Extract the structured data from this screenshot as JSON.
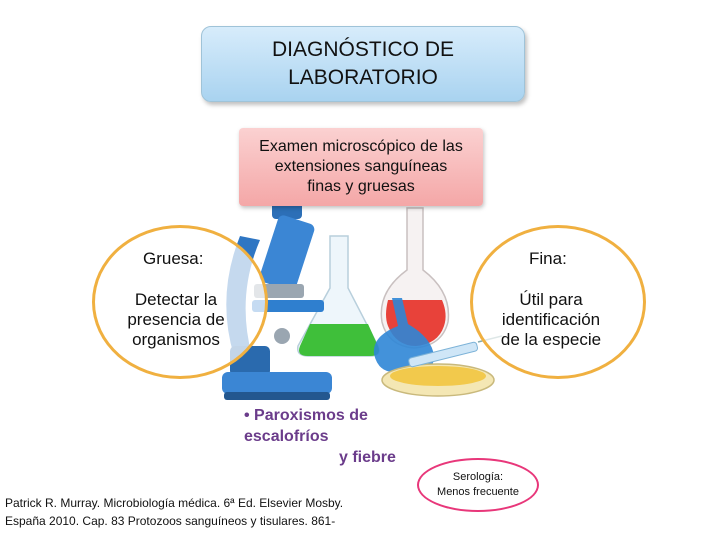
{
  "title": {
    "line1": "DIAGNÓSTICO DE",
    "line2": "LABORATORIO"
  },
  "exam_box": {
    "line1": "Examen microscópico de las",
    "line2": "extensiones sanguíneas",
    "line3": "finas y gruesas"
  },
  "left_circle": {
    "heading": "Gruesa:",
    "body": [
      "Detectar la",
      "presencia de",
      "organismos"
    ]
  },
  "right_circle": {
    "heading": "Fina:",
    "body": [
      "Útil para",
      "identificación",
      "de la especie"
    ]
  },
  "bullet": {
    "line1": "• Paroxismos de",
    "line2": "escalofríos",
    "line3": "y fiebre"
  },
  "serology": {
    "line1": "Serología:",
    "line2": "Menos frecuente"
  },
  "citation": {
    "line1": "Patrick R. Murray. Microbiología médica. 6ª Ed. Elsevier Mosby.",
    "line2": "España 2010. Cap. 83 Protozoos sanguíneos y tisulares. 861-"
  },
  "colors": {
    "title_box": "#a9d3f0",
    "exam_box": "#f4a7a7",
    "circle_border": "#f0b040",
    "bullet_text": "#6b3c8b",
    "serology_border": "#e8377a"
  },
  "icons": [
    "microscope-icon",
    "flask-icon",
    "petri-dish-icon",
    "syringe-icon"
  ]
}
